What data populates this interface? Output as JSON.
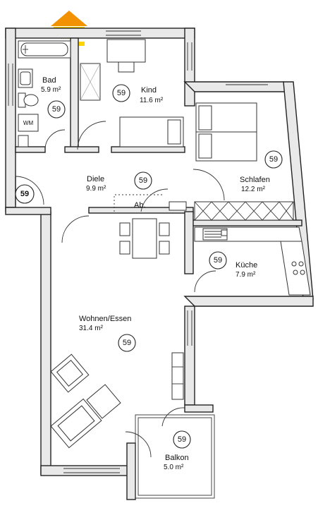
{
  "logo": {
    "name": "house-logo",
    "colors": {
      "roof": "#f39200",
      "bars": "#ffd400",
      "text": "#c8a600"
    }
  },
  "rooms": [
    {
      "id": "bad",
      "name": "Bad",
      "area": "5.9 m²",
      "badge": "59"
    },
    {
      "id": "kind",
      "name": "Kind",
      "area": "11.6 m²",
      "badge": "59"
    },
    {
      "id": "schlafen",
      "name": "Schlafen",
      "area": "12.2 m²",
      "badge": "59"
    },
    {
      "id": "diele",
      "name": "Diele",
      "area": "9.9 m²",
      "badge": "59"
    },
    {
      "id": "kueche",
      "name": "Küche",
      "area": "7.9 m²",
      "badge": "59"
    },
    {
      "id": "wohnen",
      "name": "Wohnen/Essen",
      "area": "31.4 m²",
      "badge": "59"
    },
    {
      "id": "balkon",
      "name": "Balkon",
      "area": "5.0 m²",
      "badge": "59"
    }
  ],
  "labels": {
    "washer": "WM",
    "storage": "Ab.",
    "entrance_badge": "59"
  }
}
